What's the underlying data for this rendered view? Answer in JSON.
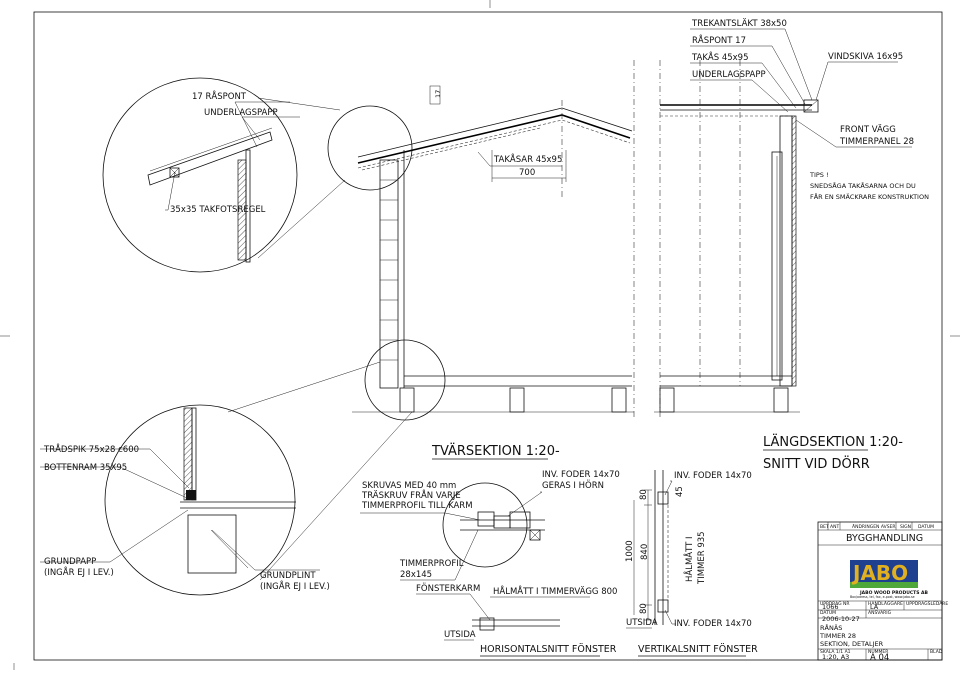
{
  "detail_top": {
    "ra_spont": "17 RÅSPONT",
    "underlagspapp": "UNDERLAGSPAPP",
    "takfotsregel": "35x35 TAKFOTSREGEL"
  },
  "detail_bottom": {
    "tradspik": "TRÅDSPIK 75x28 c600",
    "bottenram": "BOTTENRAM 35X95",
    "grundpapp_1": "GRUNDPAPP",
    "grundpapp_2": "(INGÅR EJ I LEV.)",
    "grundplint_1": "GRUNDPLINT",
    "grundplint_2": "(INGÅR EJ I LEV.)"
  },
  "cross_section": {
    "dim_17": "17",
    "takasar": "TAKÅSAR 45x95",
    "dim_700": "700",
    "title": "TVÄRSEKTION 1:20-"
  },
  "long_section": {
    "trekantslakt": "TREKANTSLÄKT 38x50",
    "raspont": "RÅSPONT 17",
    "takas": "TAKÅS 45x95",
    "underlagspapp": "UNDERLAGSPAPP",
    "vindskiva": "VINDSKIVA 16x95",
    "front_vagg": "FRONT VÄGG",
    "timmerpanel": "TIMMERPANEL 28",
    "tips_1": "TIPS !",
    "tips_2": "SNEDSÅGA TAKÅSARNA OCH DU",
    "tips_3": "FÅR EN SMÄCKRARE KONSTRUKTION",
    "title_1": "LÄNGDSEKTION 1:20-",
    "title_2": "SNITT VID DÖRR"
  },
  "horizontal_window": {
    "skruvas_1": "SKRUVAS MED 40 mm",
    "skruvas_2": "TRÄSKRUV FRÅN VARJE",
    "skruvas_3": "TIMMERPROFIL TILL KARM",
    "inv_foder": "INV. FODER 14x70",
    "geras": "GERAS I HÖRN",
    "timmerprofil_1": "TIMMERPROFIL",
    "timmerprofil_2": "28x145",
    "fonsterkarm": "FÖNSTERKARM",
    "halmatt": "HÅLMÅTT I TIMMERVÄGG 800",
    "utsida": "UTSIDA",
    "title": "HORISONTALSNITT FÖNSTER"
  },
  "vertical_window": {
    "inv_foder_top": "INV. FODER 14x70",
    "dim_80_top": "80",
    "dim_45": "45",
    "dim_1000": "1000",
    "dim_840": "840",
    "dim_80_bottom": "80",
    "halmatt_1": "HÅLMÅTT I",
    "halmatt_2": "TIMMER 935",
    "utsida": "UTSIDA",
    "inv_foder_bottom": "INV. FODER 14x70",
    "title": "VERTIKALSNITT FÖNSTER"
  },
  "title_block": {
    "rev_headers": [
      "BET",
      "ANT",
      "ÄNDRINGEN AVSER",
      "SIGN",
      "DATUM"
    ],
    "handling": "BYGGHANDLING",
    "logo": "JABO",
    "company": "JABO WOOD PRODUCTS AB",
    "company_info": "Box/adress, tel, fax, e-post, www.jabo.se",
    "uppdrag_label": "UPPDRAG NR",
    "uppdrag": "1066",
    "handlaggare_label": "HANDLÄGGARE",
    "handlaggare": "LA",
    "uppdragsledare_label": "UPPDRAGSLEDARE",
    "datum_label": "DATUM",
    "datum": "2006-10-27",
    "ansvarig_label": "ANSVARIG",
    "description": [
      "RÅNÄS",
      "TIMMER 28",
      "SEKTION, DETALJER"
    ],
    "skala_label": "SKALA 1/1 A1",
    "skala": "1:20, A3",
    "nummer_label": "NUMMER",
    "nummer": "A 04",
    "blad_label": "BLAD"
  },
  "colors": {
    "line": "#111111",
    "paper": "#ffffff",
    "logo_a": "#1f3f8f",
    "logo_b": "#4fa83a",
    "logo_c": "#e0b020"
  }
}
